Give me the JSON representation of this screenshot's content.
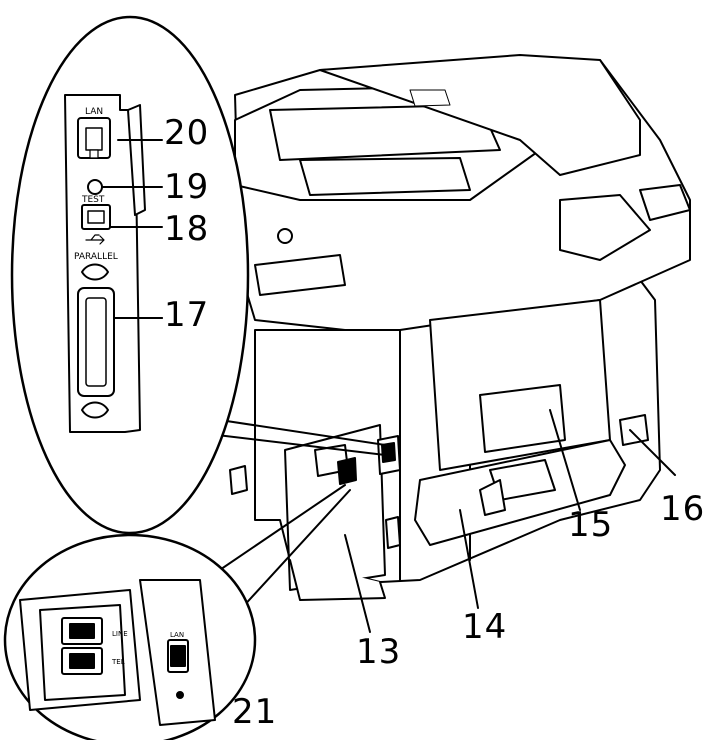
{
  "port_labels": {
    "lan": "LAN",
    "test": "TEST",
    "parallel": "PARALLEL",
    "line": "LINE",
    "tel": "TEL",
    "lan_small": "LAN"
  },
  "callouts": {
    "c13": "13",
    "c14": "14",
    "c15": "15",
    "c16": "16",
    "c17": "17",
    "c18": "18",
    "c19": "19",
    "c20": "20",
    "c21": "21"
  },
  "colors": {
    "ink": "#000000",
    "paper": "#ffffff"
  }
}
